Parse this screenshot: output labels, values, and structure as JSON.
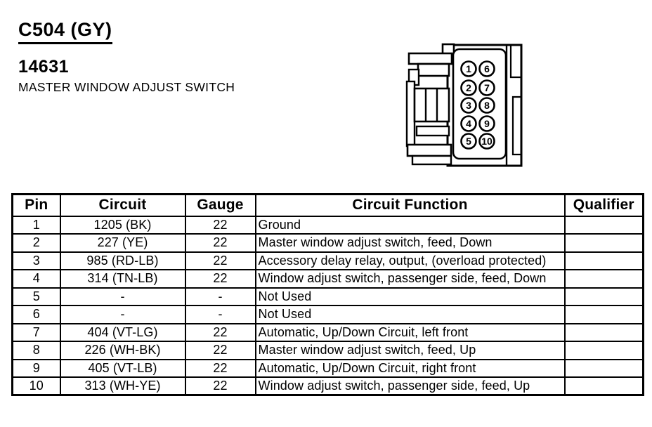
{
  "colors": {
    "ink": "#000000",
    "paper": "#ffffff"
  },
  "header": {
    "connector_id": "C504 (GY)",
    "part_number": "14631",
    "description": "MASTER WINDOW ADJUST SWITCH"
  },
  "connector": {
    "pins": [
      {
        "label": "1"
      },
      {
        "label": "2"
      },
      {
        "label": "3"
      },
      {
        "label": "4"
      },
      {
        "label": "5"
      },
      {
        "label": "6"
      },
      {
        "label": "7"
      },
      {
        "label": "8"
      },
      {
        "label": "9"
      },
      {
        "label": "10"
      }
    ]
  },
  "table": {
    "headers": [
      "Pin",
      "Circuit",
      "Gauge",
      "Circuit Function",
      "Qualifier"
    ],
    "rows": [
      {
        "pin": "1",
        "circuit": "1205 (BK)",
        "gauge": "22",
        "function": "Ground",
        "qualifier": ""
      },
      {
        "pin": "2",
        "circuit": "227 (YE)",
        "gauge": "22",
        "function": "Master window adjust switch, feed, Down",
        "qualifier": ""
      },
      {
        "pin": "3",
        "circuit": "985 (RD-LB)",
        "gauge": "22",
        "function": "Accessory delay relay, output, (overload protected)",
        "qualifier": ""
      },
      {
        "pin": "4",
        "circuit": "314 (TN-LB)",
        "gauge": "22",
        "function": "Window adjust switch, passenger side, feed, Down",
        "qualifier": ""
      },
      {
        "pin": "5",
        "circuit": "-",
        "gauge": "-",
        "function": "Not Used",
        "qualifier": ""
      },
      {
        "pin": "6",
        "circuit": "-",
        "gauge": "-",
        "function": "Not Used",
        "qualifier": ""
      },
      {
        "pin": "7",
        "circuit": "404 (VT-LG)",
        "gauge": "22",
        "function": "Automatic, Up/Down Circuit, left front",
        "qualifier": ""
      },
      {
        "pin": "8",
        "circuit": "226 (WH-BK)",
        "gauge": "22",
        "function": "Master window adjust switch, feed, Up",
        "qualifier": ""
      },
      {
        "pin": "9",
        "circuit": "405 (VT-LB)",
        "gauge": "22",
        "function": "Automatic, Up/Down Circuit, right front",
        "qualifier": ""
      },
      {
        "pin": "10",
        "circuit": "313 (WH-YE)",
        "gauge": "22",
        "function": "Window adjust switch, passenger side, feed, Up",
        "qualifier": ""
      }
    ]
  }
}
